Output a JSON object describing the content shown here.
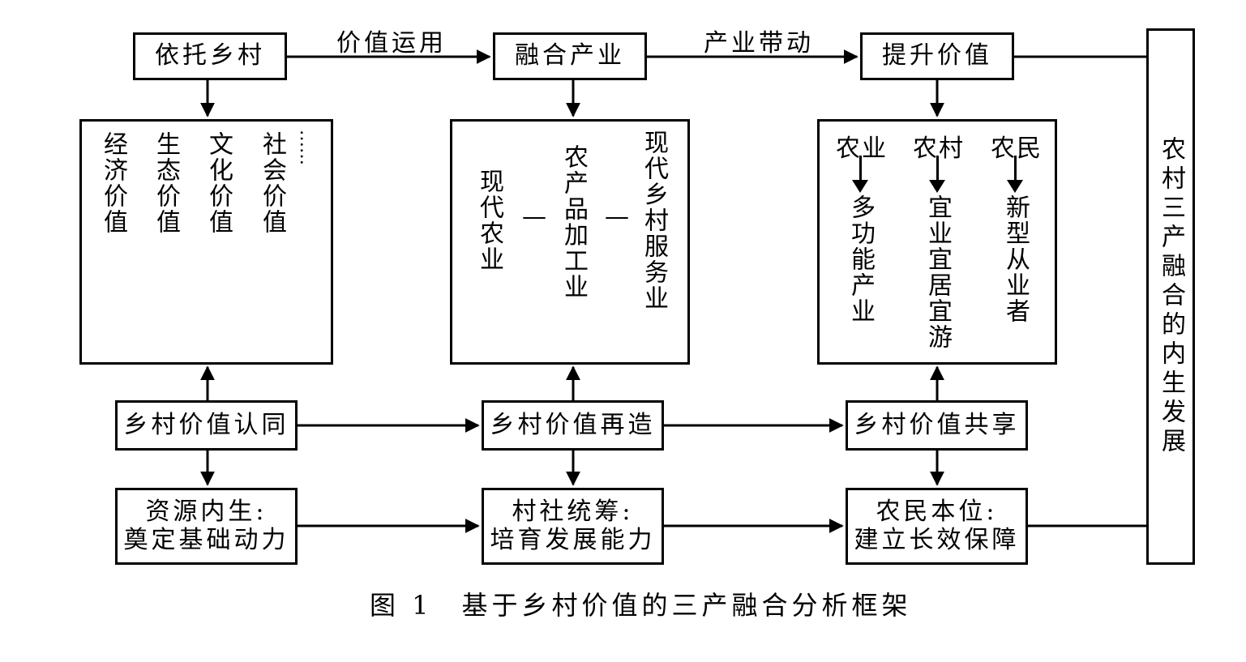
{
  "top_row": {
    "box1": "依托乡村",
    "arrow1": "价值运用",
    "box2": "融合产业",
    "arrow2": "产业带动",
    "box3": "提升价值"
  },
  "panel1": {
    "items": [
      "经济价值",
      "生态价值",
      "文化价值",
      "社会价值"
    ],
    "ellipsis": "……"
  },
  "panel2": {
    "items": [
      "现代农业",
      "农产品加工业",
      "现代乡村服务业"
    ],
    "separator": "—"
  },
  "panel3": {
    "columns": [
      {
        "head": "农业",
        "body": "多功能产业"
      },
      {
        "head": "农村",
        "body": "宜业宜居宜游"
      },
      {
        "head": "农民",
        "body": "新型从业者"
      }
    ]
  },
  "middle_row": {
    "box1": "乡村价值认同",
    "box2": "乡村价值再造",
    "box3": "乡村价值共享"
  },
  "bottom_row": {
    "box1_line1": "资源内生:",
    "box1_line2": "奠定基础动力",
    "box2_line1": "村社统筹:",
    "box2_line2": "培育发展能力",
    "box3_line1": "农民本位:",
    "box3_line2": "建立长效保障"
  },
  "side_box": "农村三产融合的内生发展",
  "caption": {
    "number": "图 1",
    "title": "基于乡村价值的三产融合分析框架"
  }
}
